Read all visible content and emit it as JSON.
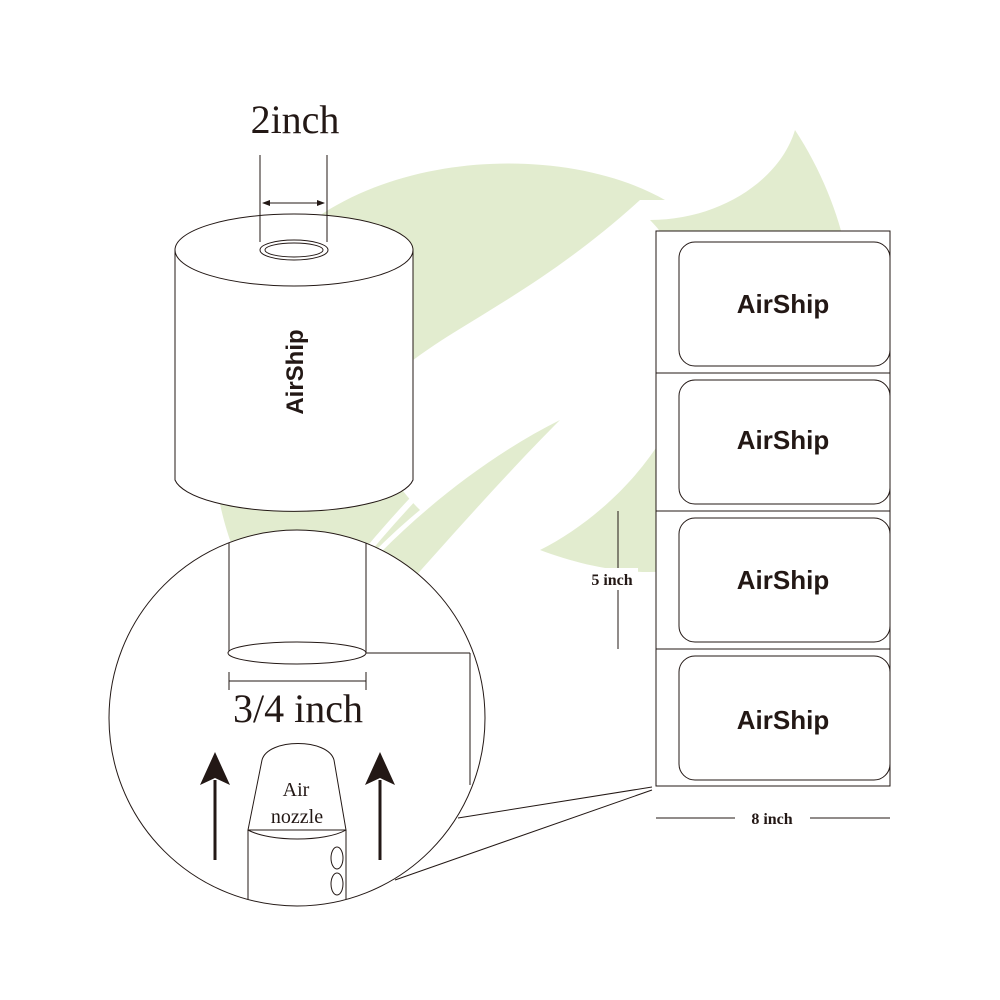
{
  "watermark": {
    "icon": "leaf-icon",
    "color": "#e2eccf"
  },
  "roll": {
    "brand": "AirShip",
    "core_width_label": "2inch"
  },
  "detail": {
    "core_diameter_label": "3/4 inch",
    "nozzle_label_line1": "Air",
    "nozzle_label_line2": "nozzle",
    "arrow_icon": "arrow-up-icon"
  },
  "sheet": {
    "labels": [
      {
        "text": "AirShip"
      },
      {
        "text": "AirShip"
      },
      {
        "text": "AirShip"
      },
      {
        "text": "AirShip"
      }
    ],
    "height_label": "5 inch",
    "width_label": "8 inch"
  },
  "colors": {
    "line": "#231815",
    "watermark": "#e2eccf",
    "background": "#ffffff"
  }
}
